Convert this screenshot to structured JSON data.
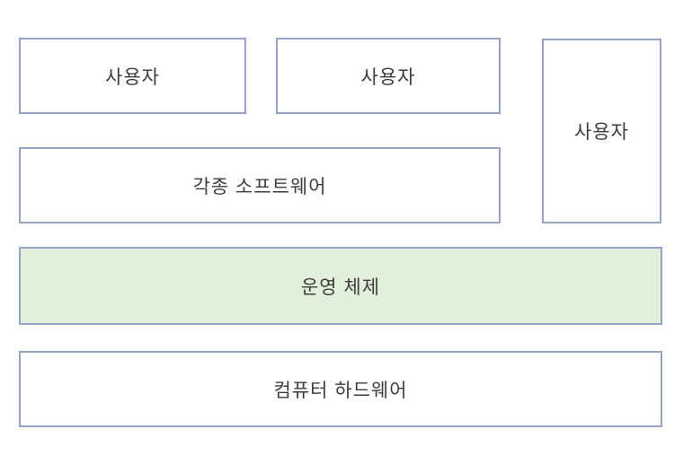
{
  "diagram": {
    "boxes": {
      "user_left": {
        "label": "사용자"
      },
      "user_mid": {
        "label": "사용자"
      },
      "user_right": {
        "label": "사용자"
      },
      "software": {
        "label": "각종 소프트웨어"
      },
      "os": {
        "label": "운영 체제"
      },
      "hardware": {
        "label": "컴퓨터 하드웨어"
      }
    },
    "colors": {
      "box_border": "#95a3c7",
      "box_fill": "#ffffff",
      "os_fill": "#e2efda",
      "text_color": "#3d3d3d"
    }
  }
}
